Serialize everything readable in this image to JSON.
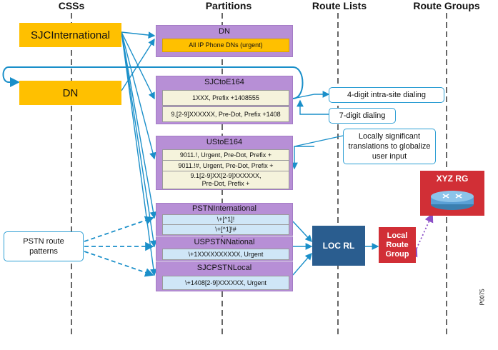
{
  "headers": {
    "csss": "CSSs",
    "partitions": "Partitions",
    "route_lists": "Route Lists",
    "route_groups": "Route Groups"
  },
  "css_boxes": {
    "sjc_international": "SJCInternational",
    "dn": "DN"
  },
  "partitions": {
    "dn": {
      "title": "DN",
      "rows": [
        "All IP Phone DNs (urgent)"
      ]
    },
    "sjctoe164": {
      "title": "SJCtoE164",
      "rows": [
        "1XXX, Prefix +1408555",
        "9.[2-9]XXXXXX, Pre-Dot, Prefix +1408"
      ]
    },
    "ustoe164": {
      "title": "UStoE164",
      "rows": [
        "9011.!, Urgent, Pre-Dot, Prefix +",
        "9011.!#, Urgent, Pre-Dot, Prefix +",
        "9.1[2-9]XX[2-9]XXXXXX,\nPre-Dot, Prefix +"
      ]
    },
    "pstn_international": {
      "title": "PSTNInternational",
      "rows": [
        "\\+[^1]!",
        "\\+[^1]!#"
      ]
    },
    "uspstn_national": {
      "title": "USPSTNNational",
      "rows": [
        "\\+1XXXXXXXXXX, Urgent"
      ]
    },
    "sjcpstn_local": {
      "title": "SJCPSTNLocal",
      "rows": [
        "\\+1408[2-9]XXXXXX, Urgent"
      ]
    }
  },
  "callouts": {
    "intra_site": "4-digit intra-site dialing",
    "seven_digit": "7-digit dialing",
    "locally_significant": "Locally significant translations to globalize user input",
    "pstn_route_patterns": "PSTN route patterns"
  },
  "route_list": "LOC RL",
  "local_route_group": "Local Route Group",
  "xyz_rg": "XYZ RG",
  "figure_id": "P0075",
  "colors": {
    "css_fill": "#ffc000",
    "partition_fill": "#b78fd6",
    "arrow": "#1a8fc9",
    "route_list": "#2a5d8f",
    "route_group": "#d12f36",
    "callout_border": "#2e9fd4"
  }
}
